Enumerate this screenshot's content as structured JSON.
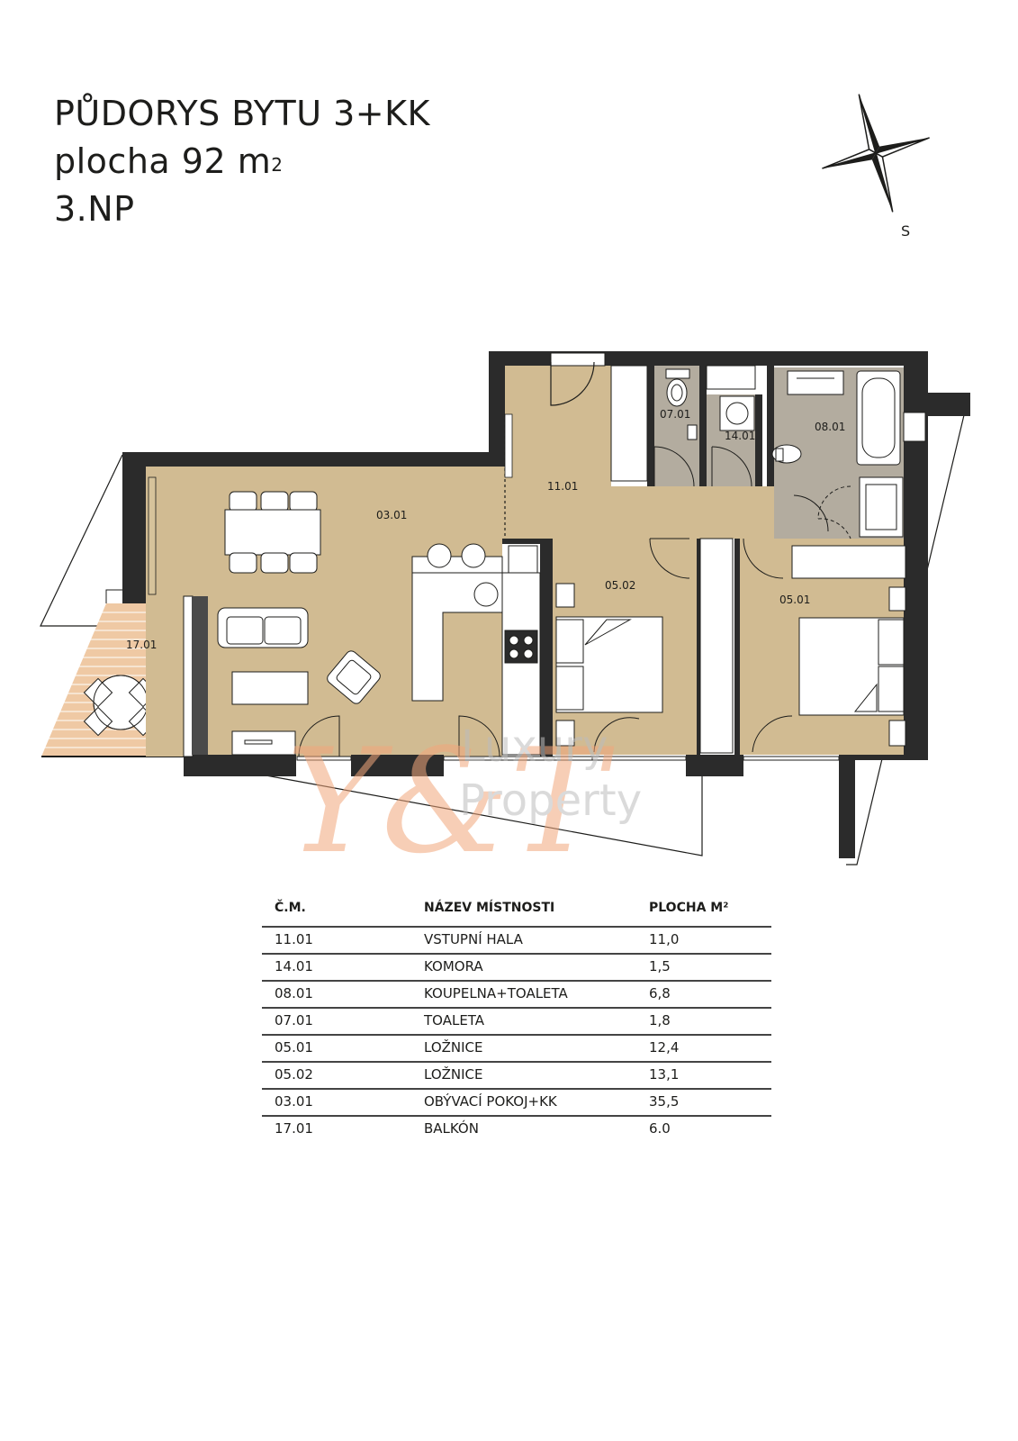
{
  "header": {
    "line1": "PŮDORYS BYTU 3+KK",
    "line2_text": "plocha 92 m",
    "line2_sup": "2",
    "line3": "3.NP"
  },
  "compass": {
    "label": "S"
  },
  "plan": {
    "rooms": {
      "r0301": "03.01",
      "r1101": "11.01",
      "r0701": "07.01",
      "r1401": "14.01",
      "r0801": "08.01",
      "r0502": "05.02",
      "r0501": "05.01",
      "r1701": "17.01"
    },
    "watermark": {
      "logo": "Y&T",
      "line1": "Luxury",
      "line2": "Property"
    },
    "colors": {
      "wall": "#2b2b2b",
      "floor": "#d1bb92",
      "bath_floor": "#b3ac9f",
      "balcony": "#efc9a4",
      "watermark": "#f2a77c"
    }
  },
  "legend": {
    "headers": [
      "Č.M.",
      "NÁZEV MÍSTNOSTI",
      "PLOCHA M²"
    ],
    "rows": [
      [
        "11.01",
        "VSTUPNÍ HALA",
        "11,0"
      ],
      [
        "14.01",
        "KOMORA",
        "1,5"
      ],
      [
        "08.01",
        "KOUPELNA+TOALETA",
        "6,8"
      ],
      [
        "07.01",
        "TOALETA",
        "1,8"
      ],
      [
        "05.01",
        "LOŽNICE",
        "12,4"
      ],
      [
        "05.02",
        "LOŽNICE",
        "13,1"
      ],
      [
        "03.01",
        "OBÝVACÍ POKOJ+KK",
        "35,5"
      ],
      [
        "17.01",
        "BALKÓN",
        "6.0"
      ]
    ]
  }
}
